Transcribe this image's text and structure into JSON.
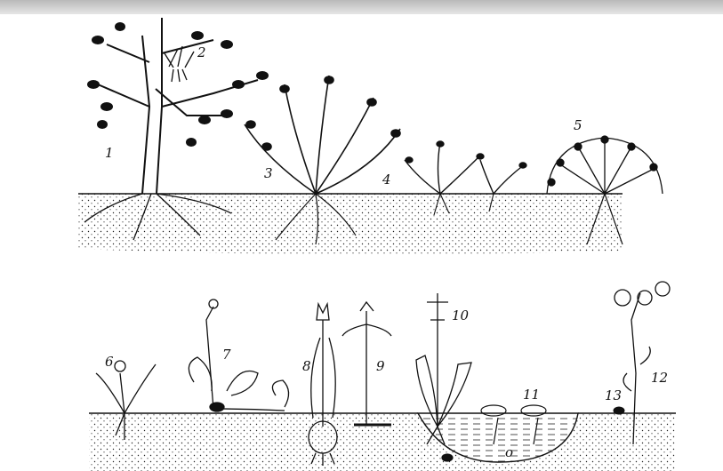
{
  "figure": {
    "labels": [
      "1",
      "2",
      "3",
      "4",
      "5",
      "6",
      "7",
      "8",
      "9",
      "10",
      "11",
      "12",
      "13",
      "o"
    ]
  }
}
